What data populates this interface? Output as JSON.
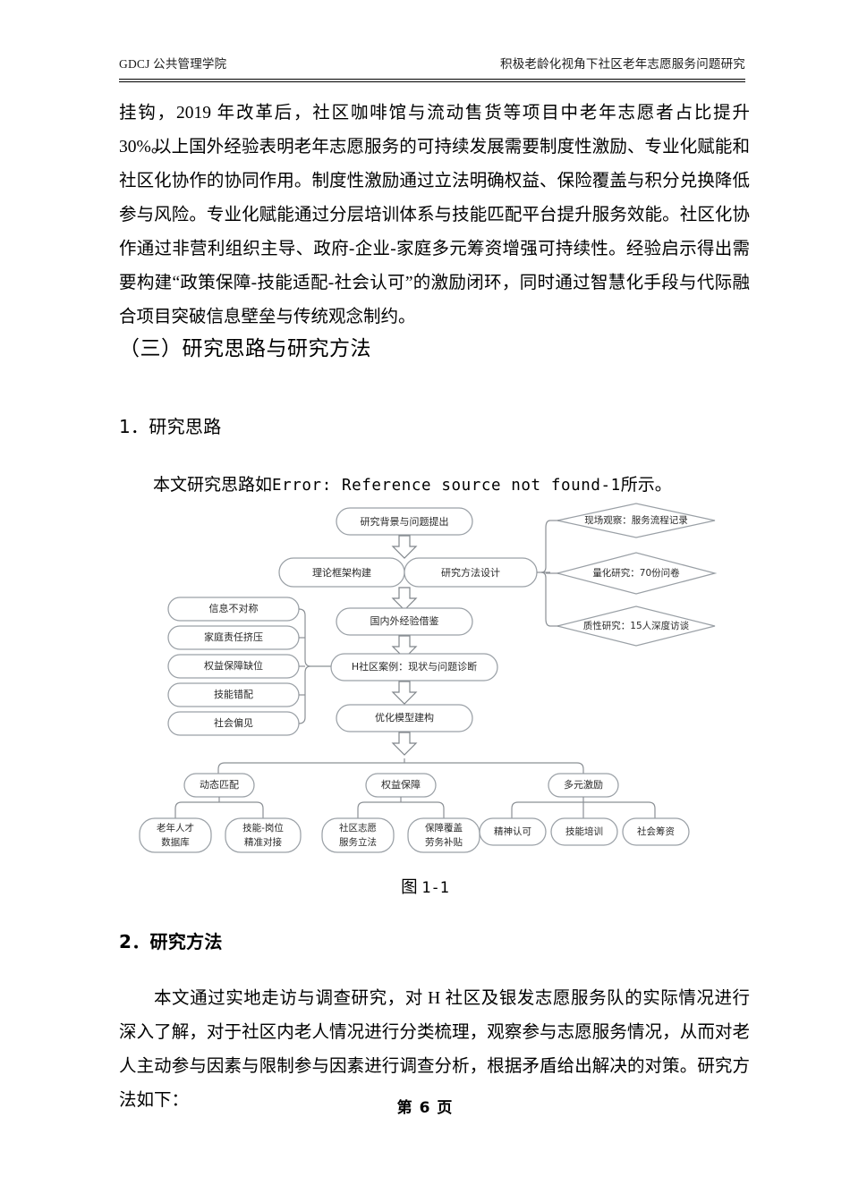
{
  "header": {
    "left": "GDCJ 公共管理学院",
    "right": "积极老龄化视角下社区老年志愿服务问题研究"
  },
  "paragraphs": {
    "p1": "挂钩，2019 年改革后，社区咖啡馆与流动售货等项目中老年志愿者占比提升 30%。",
    "p2": "以上国外经验表明老年志愿服务的可持续发展需要制度性激励、专业化赋能和社区化协作的协同作用。制度性激励通过立法明确权益、保险覆盖与积分兑换降低参与风险。专业化赋能通过分层培训体系与技能匹配平台提升服务效能。社区化协作通过非营利组织主导、政府-企业-家庭多元筹资增强可持续性。经验启示得出需要构建“政策保障-技能适配-社会认可”的激励闭环，同时通过智慧化手段与代际融合项目突破信息壁垒与传统观念制约。",
    "p3": "本文通过实地走访与调查研究，对 H 社区及银发志愿服务队的实际情况进行深入了解，对于社区内老人情况进行分类梳理，观察参与志愿服务情况，从而对老人主动参与因素与限制参与因素进行调查分析，根据矛盾给出解决的对策。研究方法如下："
  },
  "headings": {
    "section": "（三）研究思路与研究方法",
    "sub1": "1．研究思路",
    "sub2": "2．研究方法"
  },
  "reference_line": {
    "prefix": "本文研究思路如",
    "error": "Error: Reference source not found-1",
    "suffix": "所示。"
  },
  "figure": {
    "caption_label": "图",
    "caption_number": "1-1",
    "nodes": {
      "background": "研究背景与问题提出",
      "theory": "理论框架构建",
      "method_design": "研究方法设计",
      "experience": "国内外经验借鉴",
      "case": "H社区案例：现状与问题诊断",
      "model": "优化模型建构"
    },
    "methods": [
      "现场观察：服务流程记录",
      "量化研究：70份问卷",
      "质性研究：15人深度访谈"
    ],
    "problems": [
      "信息不对称",
      "家庭责任挤压",
      "权益保障缺位",
      "技能错配",
      "社会偏见"
    ],
    "branches": [
      {
        "title": "动态匹配",
        "children": [
          {
            "line1": "老年人才",
            "line2": "数据库"
          },
          {
            "line1": "技能-岗位",
            "line2": "精准对接"
          }
        ]
      },
      {
        "title": "权益保障",
        "children": [
          {
            "line1": "社区志愿",
            "line2": "服务立法"
          },
          {
            "line1": "保障覆盖",
            "line2": "劳务补贴"
          }
        ]
      },
      {
        "title": "多元激励",
        "children": [
          {
            "line1": "精神认可",
            "line2": ""
          },
          {
            "line1": "技能培训",
            "line2": ""
          },
          {
            "line1": "社会筹资",
            "line2": ""
          }
        ]
      }
    ]
  },
  "footer": {
    "text": "第 6 页"
  },
  "colors": {
    "shape_stroke": "#9aa0a6",
    "connector": "#8b9095",
    "text": "#000000"
  }
}
